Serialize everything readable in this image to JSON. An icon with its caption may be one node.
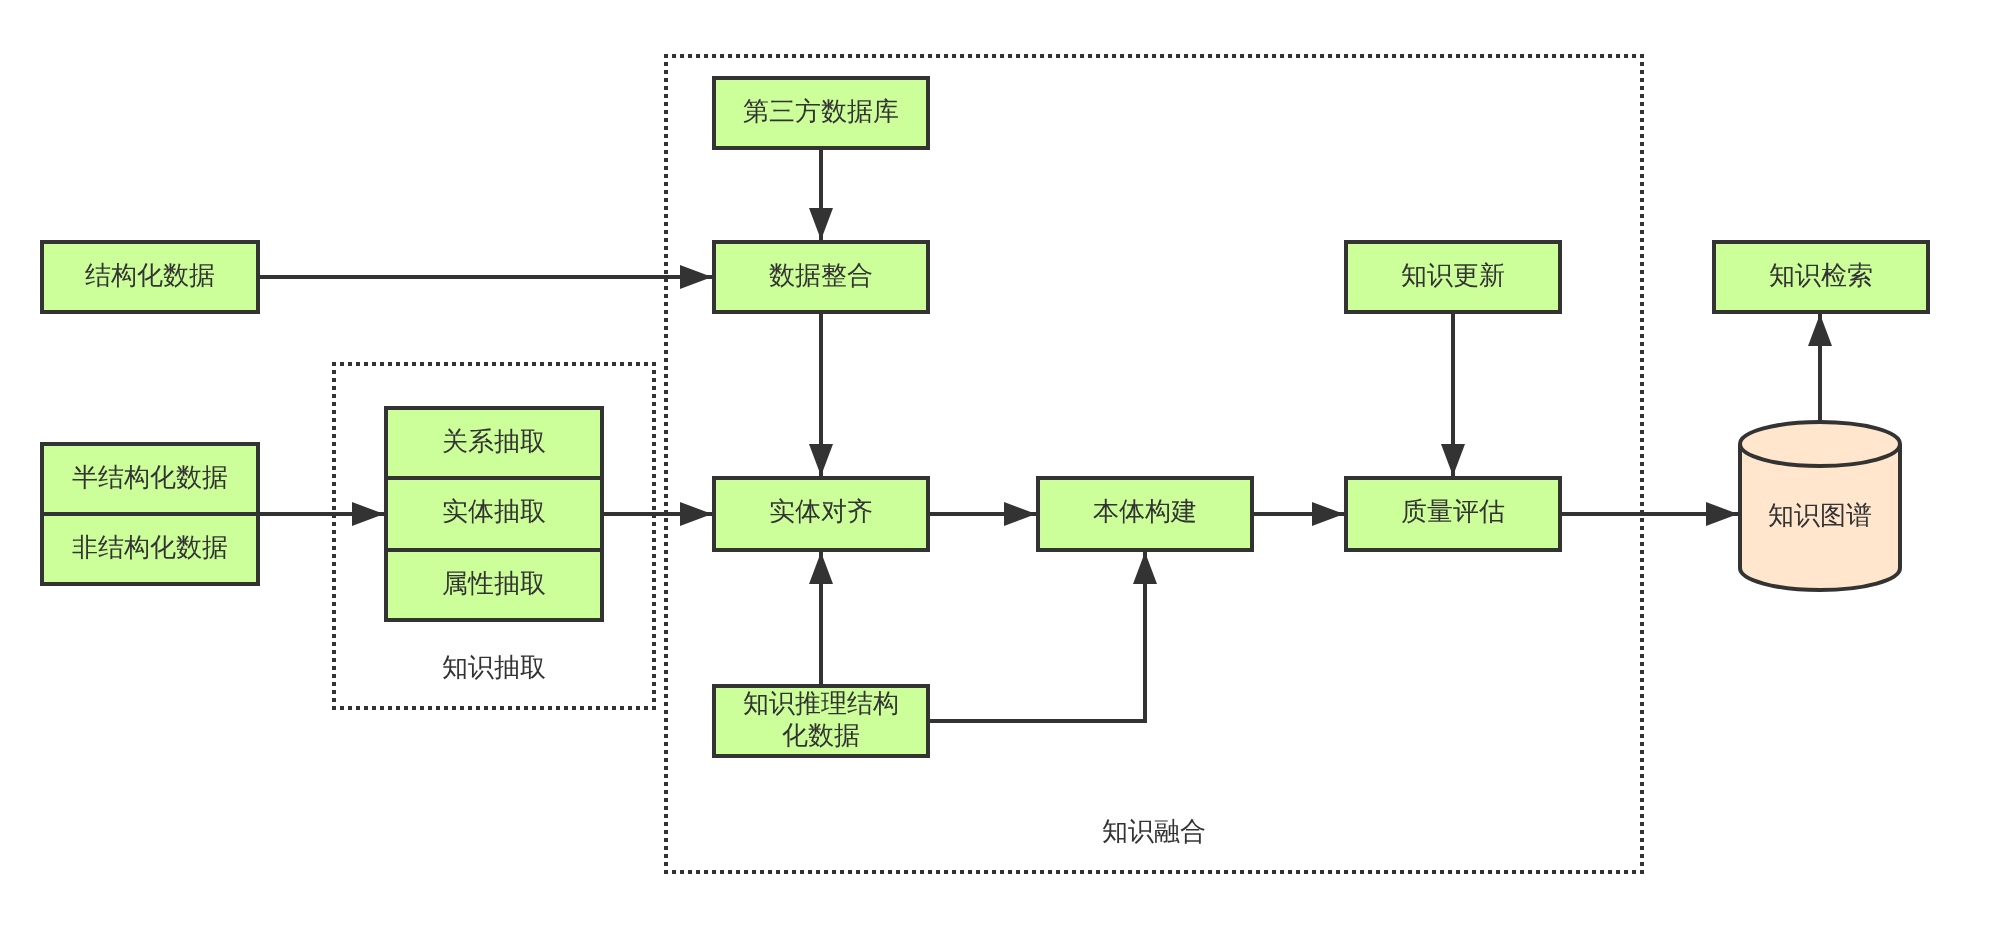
{
  "diagram": {
    "nodes": [
      {
        "text": [
          "知识融合"
        ]
      },
      {
        "text": [
          "知识抽取"
        ]
      },
      {
        "text": [
          "结构化数据"
        ]
      },
      {
        "text": [
          "半结构化数据"
        ]
      },
      {
        "text": [
          "非结构化数据"
        ]
      },
      {
        "text": [
          "关系抽取"
        ],
        "in": 1
      },
      {
        "text": [
          "实体抽取"
        ],
        "in": 1
      },
      {
        "text": [
          "属性抽取"
        ],
        "in": 1
      },
      {
        "text": [
          "第三方数据库"
        ],
        "in": 0
      },
      {
        "text": [
          "数据整合"
        ],
        "in": 0
      },
      {
        "text": [
          "实体对齐"
        ],
        "in": 0
      },
      {
        "text": [
          "本体构建"
        ],
        "in": 0
      },
      {
        "text": [
          "知识推理结构化数据"
        ],
        "in": 0
      },
      {
        "text": [
          "知识更新"
        ],
        "in": 0
      },
      {
        "text": [
          "质量评估"
        ],
        "in": 0
      },
      {
        "text": [
          "知识图谱"
        ]
      },
      {
        "text": [
          "知识检索"
        ]
      }
    ],
    "edges": [
      {
        "from": 2,
        "to": 9,
        "arrow": "to"
      },
      {
        "from": 8,
        "to": 9,
        "arrow": "to"
      },
      {
        "from": 3,
        "to": 6,
        "arrow": "to"
      },
      {
        "from": 4,
        "to": 6,
        "arrow": "to"
      },
      {
        "from": 6,
        "to": 10,
        "arrow": "to"
      },
      {
        "from": 9,
        "to": 10,
        "arrow": "to"
      },
      {
        "from": 10,
        "to": 11,
        "arrow": "to"
      },
      {
        "from": 12,
        "to": 10,
        "arrow": "to"
      },
      {
        "from": 12,
        "to": 11,
        "arrow": "to"
      },
      {
        "from": 11,
        "to": 14,
        "arrow": "to"
      },
      {
        "from": 13,
        "to": 14,
        "arrow": "to"
      },
      {
        "from": 14,
        "to": 15,
        "arrow": "to"
      },
      {
        "from": 15,
        "to": 16,
        "arrow": "to"
      }
    ]
  }
}
